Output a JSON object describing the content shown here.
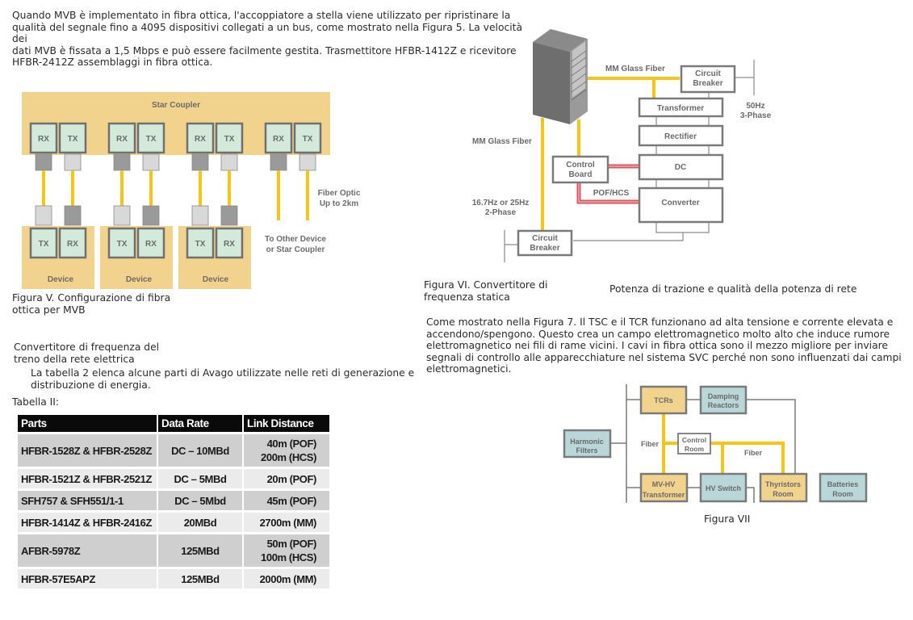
{
  "intro_paragraph": [
    "Quando MVB è implementato in fibra ottica, l'accoppiatore a stella viene utilizzato per ripristinare la",
    "qualità del segnale fino a 4095 dispositivi collegati a un bus, come mostrato nella Figura 5. La velocità dei",
    "dati MVB è fissata a 1,5 Mbps e può essere facilmente gestita. Trasmettitore HFBR-1412Z e ricevitore",
    "HFBR-2412Z assemblaggi in fibra ottica."
  ],
  "figure5": {
    "star_coupler_label": "Star Coupler",
    "coupler_ports": [
      [
        "RX",
        "TX"
      ],
      [
        "RX",
        "TX"
      ],
      [
        "RX",
        "TX"
      ],
      [
        "RX",
        "TX"
      ]
    ],
    "device_ports": [
      [
        "TX",
        "RX"
      ],
      [
        "TX",
        "RX"
      ],
      [
        "TX",
        "RX"
      ]
    ],
    "device_label": "Device",
    "fiber_label_1": "Fiber Optic",
    "fiber_label_2": "Up to 2km",
    "other_label_1": "To Other Device",
    "other_label_2": "or Star Coupler",
    "caption_1": "Figura V. Configurazione di fibra",
    "caption_2": "ottica per MVB",
    "colors": {
      "coupler_bg": "#f2d38e",
      "port_bg": "#d3eadb",
      "port_border": "#707070",
      "fiber": "#f5c518"
    }
  },
  "section_heading_1": "Convertitore di frequenza del",
  "section_heading_2": "treno della rete elettrica",
  "table_intro_1": "La tabella 2 elenca alcune parti di Avago utilizzate nelle reti di generazione e",
  "table_intro_2": "distribuzione di energia.",
  "table_label": "Tabella II:",
  "table": {
    "headers": [
      "Parts",
      "Data Rate",
      "Link Distance"
    ],
    "rows": [
      {
        "part": "HFBR-1528Z & HFBR-2528Z",
        "rate": "DC – 10MBd",
        "distance": [
          "40m (POF)",
          "200m (HCS)"
        ]
      },
      {
        "part": "HFBR-1521Z & HFBR-2521Z",
        "rate": "DC – 5MBd",
        "distance": [
          "20m (POF)"
        ]
      },
      {
        "part": "SFH757 & SFH551/1-1",
        "rate": "DC – 5Mbd",
        "distance": [
          "45m (POF)"
        ]
      },
      {
        "part": "HFBR-1414Z & HFBR-2416Z",
        "rate": "20MBd",
        "distance": [
          "2700m (MM)"
        ]
      },
      {
        "part": "AFBR-5978Z",
        "rate": "125MBd",
        "distance": [
          "50m (POF)",
          "100m (HCS)"
        ]
      },
      {
        "part": "HFBR-57E5APZ",
        "rate": "125MBd",
        "distance": [
          "2000m (MM)"
        ]
      }
    ]
  },
  "figure6": {
    "mm_glass_fiber_top": "MM Glass Fiber",
    "mm_glass_fiber_left": "MM Glass Fiber",
    "circuit_breaker_1": "Circuit",
    "circuit_breaker_2": "Breaker",
    "transformer": "Transformer",
    "rectifier": "Rectifier",
    "dc": "DC",
    "converter": "Converter",
    "control_board_1": "Control",
    "control_board_2": "Board",
    "pof_hcs": "POF/HCS",
    "freq_50_1": "50Hz",
    "freq_50_2": "3-Phase",
    "freq_16_1": "16.7Hz or 25Hz",
    "freq_16_2": "2-Phase",
    "caption_1": "Figura VI. Convertitore di",
    "caption_2": "frequenza statica",
    "colors": {
      "fiber": "#f5c518",
      "pof": "#e0506a",
      "box_border": "#7a7a7a"
    }
  },
  "section_heading_right": "Potenza di trazione e qualità della potenza di rete",
  "right_paragraph": [
    "Come mostrato nella Figura 7. Il TSC e il TCR funzionano ad alta tensione e corrente elevata e",
    "accendono/spengono. Questo crea un campo elettromagnetico molto alto che induce rumore",
    "elettromagnetico nei fili di rame vicini. I cavi in fibra ottica sono il mezzo migliore per inviare",
    "segnali di controllo alle apparecchiature nel sistema SVC perché non sono influenzati dai campi",
    "elettromagnetici."
  ],
  "figure7": {
    "tcrs": "TCRs",
    "damping_1": "Damping",
    "damping_2": "Reactors",
    "harmonic_1": "Harmonic",
    "harmonic_2": "Filters",
    "control_1": "Control",
    "control_2": "Room",
    "fiber_left": "Fiber",
    "fiber_right": "Fiber",
    "mvhv_1": "MV-HV",
    "mvhv_2": "Transformer",
    "hv_switch": "HV Switch",
    "thyristors_1": "Thyristors",
    "thyristors_2": "Room",
    "batteries_1": "Batteries",
    "batteries_2": "Room",
    "caption": "Figura VII",
    "colors": {
      "orange_box": "#f2d38e",
      "teal_box": "#b9d6d8",
      "fiber": "#f5c518",
      "line": "#7a7a7a"
    }
  }
}
